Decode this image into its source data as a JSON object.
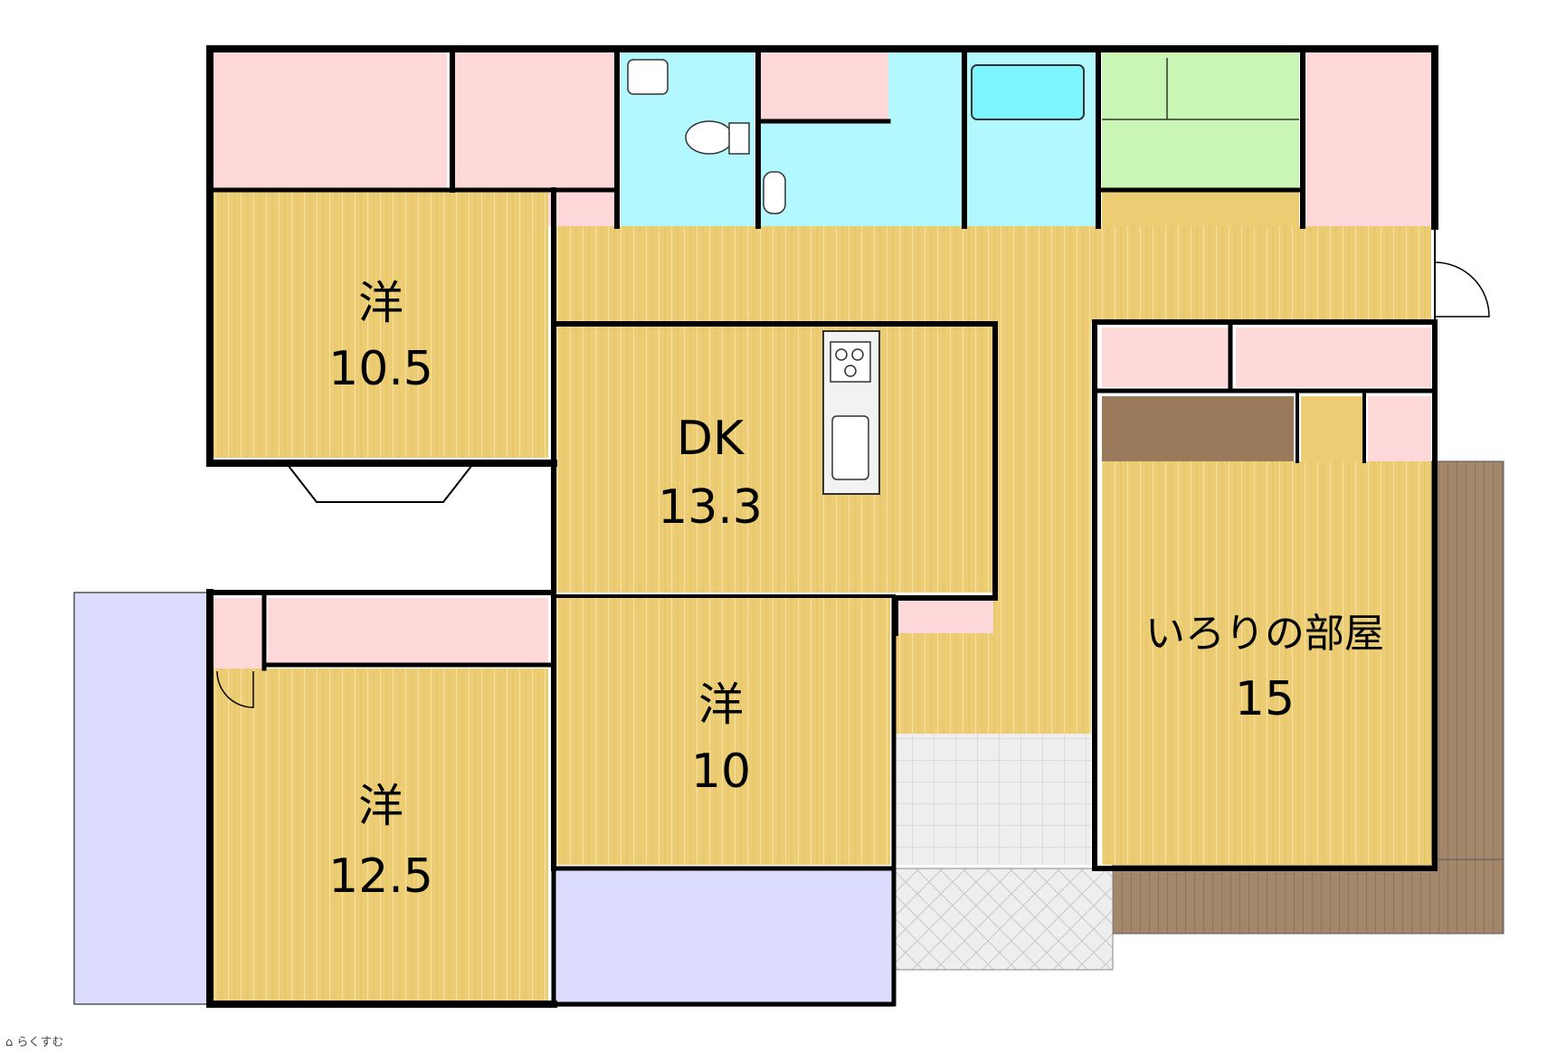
{
  "rooms": {
    "western_1": {
      "name": "洋",
      "size": "10.5"
    },
    "dk": {
      "name": "DK",
      "size": "13.3"
    },
    "western_2": {
      "name": "洋",
      "size": "10"
    },
    "western_3": {
      "name": "洋",
      "size": "12.5"
    },
    "irori": {
      "name": "いろりの部屋",
      "size": "15"
    }
  },
  "brand": {
    "icon": "logo-icon",
    "text": "らくすむ"
  },
  "colors": {
    "floor": "#eccd73",
    "closet": "#ffd9d9",
    "wet": "#b3f7ff",
    "bathtub": "#7df5ff",
    "tatami": "#c9f5b5",
    "veranda": "#dcdcff",
    "entrance_tile": "#e8e8e8",
    "deck": "#a3876a",
    "wall": "#000000"
  }
}
